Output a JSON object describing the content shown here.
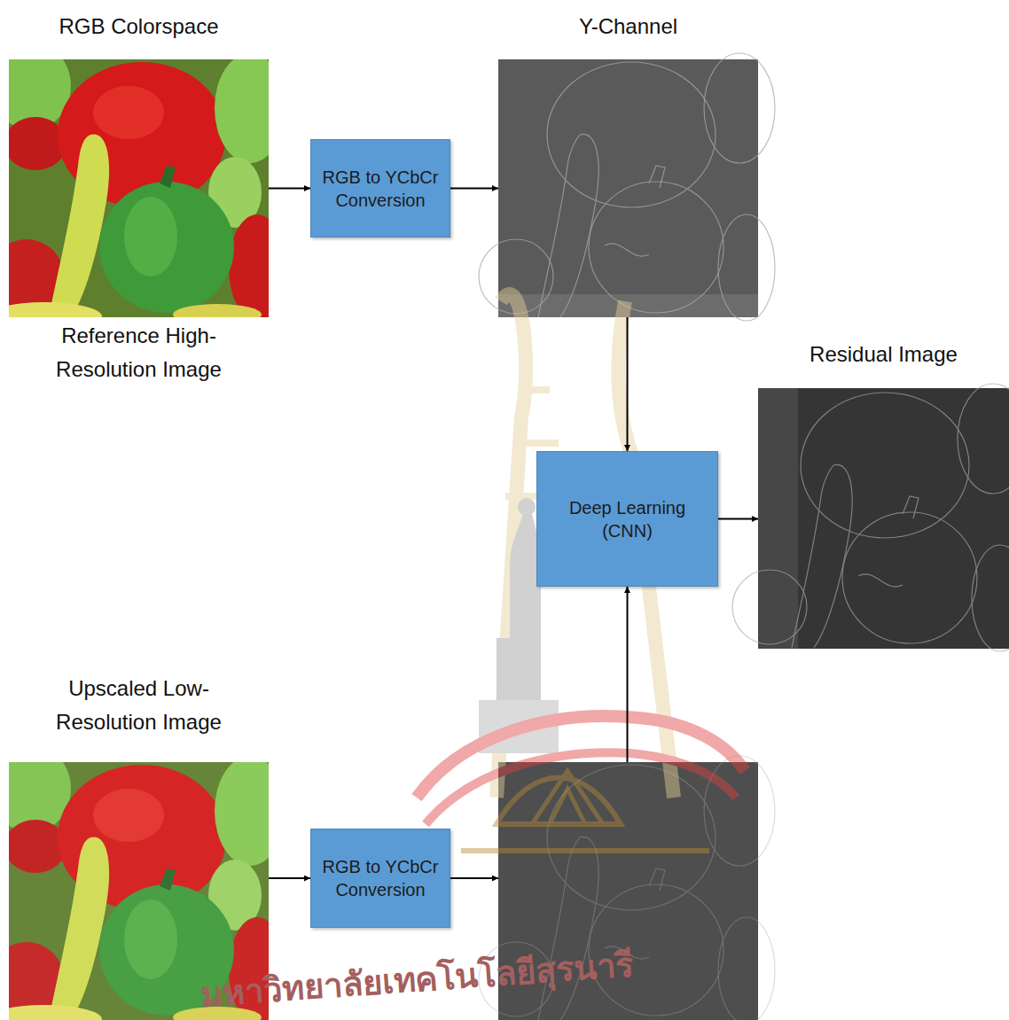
{
  "diagram": {
    "nodes": [
      {
        "text": [
          "RGB Colorspace",
          "Reference High-Resolution Image"
        ]
      },
      {
        "text": [
          "RGB to YCbCr Conversion"
        ]
      },
      {
        "text": [
          "Y-Channel"
        ]
      },
      {
        "text": [
          "Residual Image"
        ]
      },
      {
        "text": [
          "Deep Learning (CNN)"
        ]
      },
      {
        "text": [
          "Upscaled Low-Resolution Image"
        ]
      },
      {
        "text": [
          "RGB to YCbCr Conversion"
        ]
      },
      {
        "text": []
      }
    ],
    "edges": [
      {
        "from": 0,
        "to": 1,
        "arrow": "to"
      },
      {
        "from": 1,
        "to": 2,
        "arrow": "to"
      },
      {
        "from": 2,
        "to": 4,
        "arrow": "to"
      },
      {
        "from": 4,
        "to": 3,
        "arrow": "to"
      },
      {
        "from": 5,
        "to": 6,
        "arrow": "to"
      },
      {
        "from": 6,
        "to": 7,
        "arrow": "to"
      },
      {
        "from": 7,
        "to": 4,
        "arrow": "to"
      }
    ],
    "labels": [
      "มหาวิทยาลัยเทคโนโลยีสุรนารี"
    ]
  }
}
